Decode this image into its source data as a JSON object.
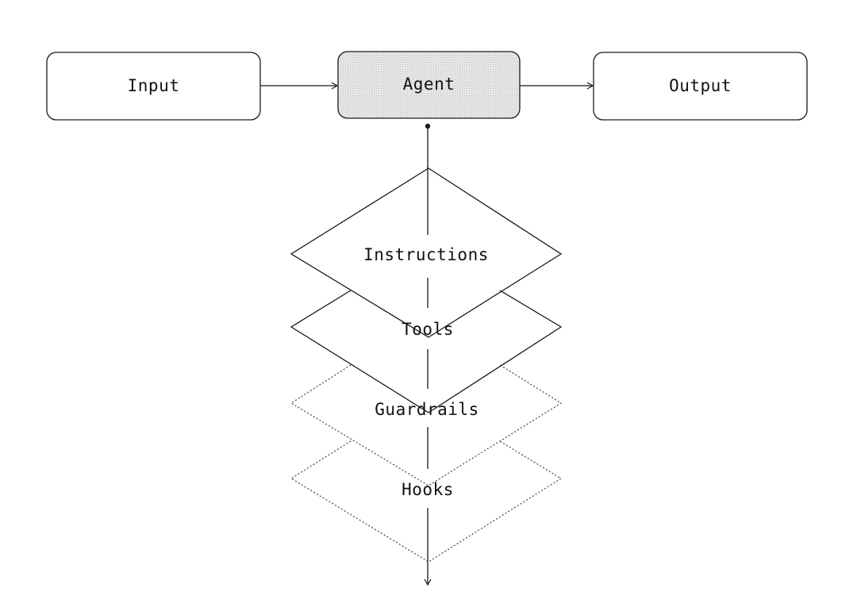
{
  "nodes": {
    "input": "Input",
    "agent": "Agent",
    "output": "Output"
  },
  "layers": [
    {
      "label": "Instructions",
      "style": "solid"
    },
    {
      "label": "Tools",
      "style": "solid"
    },
    {
      "label": "Guardrails",
      "style": "dotted"
    },
    {
      "label": "Hooks",
      "style": "dotted"
    }
  ],
  "colors": {
    "stroke": "#1a1a1a",
    "agent_fill": "#e6e6e6",
    "background": "#ffffff"
  }
}
